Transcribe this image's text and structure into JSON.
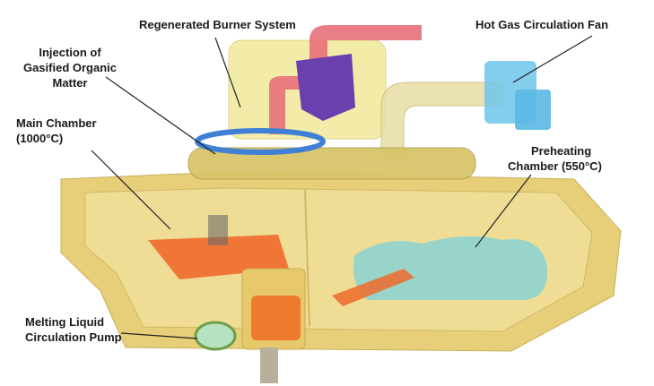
{
  "labels": {
    "burner": "Regenerated Burner System",
    "fan": "Hot Gas Circulation Fan",
    "injection": [
      "Injection of",
      "Gasified Organic",
      "Matter"
    ],
    "main_chamber": [
      "Main Chamber",
      "(1000°C)"
    ],
    "preheating": [
      "Preheating",
      "Chamber (550°C)"
    ],
    "pump": [
      "Melting Liquid",
      "Circulation Pump"
    ]
  },
  "colors": {
    "body": "#e6cf78",
    "molten": "#ee6a2c",
    "preheat": "#8fd3d0",
    "burner": "#6a3fae",
    "pipe": "#e8707a",
    "fan": "#6fc6ea"
  }
}
